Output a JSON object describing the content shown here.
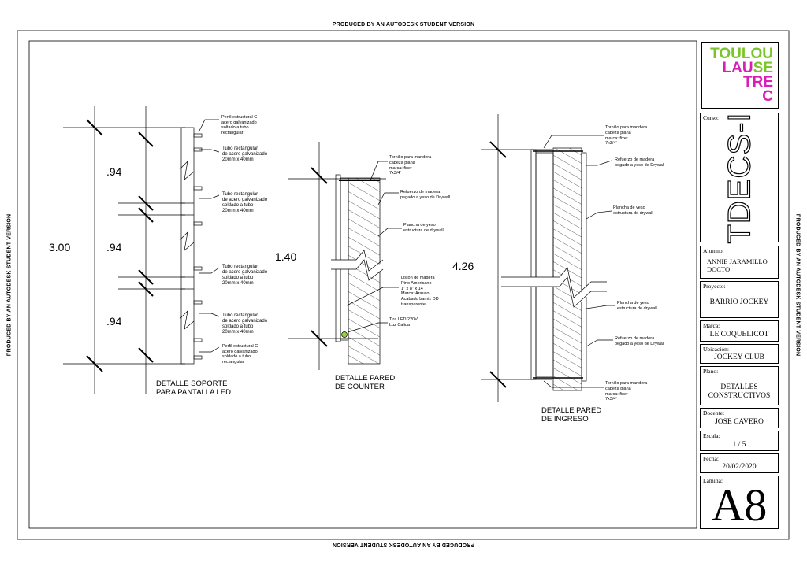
{
  "watermark": "PRODUCED BY AN AUTODESK STUDENT VERSION",
  "logo": {
    "lines": [
      {
        "a": "TOULOU",
        "b": ""
      },
      {
        "a": "LAU",
        "b": "SE"
      },
      {
        "a": "TRE",
        "b": ""
      },
      {
        "a": "C",
        "b": ""
      }
    ],
    "colors": {
      "green": "#7ac52a",
      "magenta": "#d81fb8"
    }
  },
  "title_block": {
    "curso_label": "Curso:",
    "curso_value": "TDECS-I",
    "alumno_label": "Alumno:",
    "alumno_value_1": "ANNIE JARAMILLO",
    "alumno_value_2": "DOCTO",
    "proyecto_label": "Proyecto:",
    "proyecto_value": "BARRIO JOCKEY",
    "marca_label": "Marca:",
    "marca_value": "LE COQUELICOT",
    "ubicacion_label": "Ubicación:",
    "ubicacion_value": "JOCKEY CLUB",
    "plano_label": "Plano:",
    "plano_value_1": "DETALLES",
    "plano_value_2": "CONSTRUCTIVOS",
    "docente_label": "Docente:",
    "docente_value": "JOSE CAVERO",
    "escala_label": "Escala:",
    "escala_value": "1 / 5",
    "fecha_label": "Fecha:",
    "fecha_value": "20/02/2020",
    "lamina_label": "Lámina:",
    "lamina_value": "A8"
  },
  "detail1": {
    "title_1": "DETALLE SOPORTE",
    "title_2": "PARA PANTALLA LED",
    "dim_total": "3.00",
    "dim_a": ".94",
    "dim_b": ".94",
    "dim_c": ".94",
    "notes": [
      [
        "Perfil estructural C",
        "acero galvanizado",
        "soltado a tubo",
        "rectangular"
      ],
      [
        "Tubo rectangular",
        "de acero galvanizado",
        "20mm x 40mm"
      ],
      [
        "Tubo rectangular",
        "de acero galvanizado",
        "soldado a tubo",
        "20mm x 40mm"
      ],
      [
        "Tubo rectangular",
        "de acero galvanizado",
        "soldado a tubo",
        "20mm x 40mm"
      ],
      [
        "Tubo rectangular",
        "de acero galvanizado",
        "soldado a tubo",
        "20mm x 40mm"
      ],
      [
        "Perfil estructural C",
        "acero galvanizado",
        "soldado a tubo",
        "rectangular"
      ]
    ]
  },
  "detail2": {
    "title_1": "DETALLE PARED",
    "title_2": "DE COUNTER",
    "dim": "1.40",
    "notes": [
      [
        "Tornillo para mandera",
        "cabeza plana",
        "marca: fixer",
        "7x3/4'"
      ],
      [
        "Refuerzo de madera",
        "pegado a yeso de Drywall"
      ],
      [
        "Plancha de yeso",
        "estructura de drywall"
      ],
      [
        "Listón de madera",
        "Pino Americano",
        "1\" x 8\" x 14",
        "Marca: Arauco",
        "Acabado barniz DD",
        "transparente"
      ],
      [
        "Tira LED 220V",
        "Luz Calida"
      ]
    ]
  },
  "detail3": {
    "title_1": "DETALLE PARED",
    "title_2": "DE INGRESO",
    "dim": "4.26",
    "notes": [
      [
        "Tornillo para mandera",
        "cabeza plana",
        "marca: fixer",
        "7x3/4'"
      ],
      [
        "Refuerzo de madera",
        "pegado a yeso de Drywall"
      ],
      [
        "Plancha de yeso",
        "estructura de drywall"
      ],
      [
        "Plancha de yeso",
        "estructura de drywall"
      ],
      [
        "Refuerzo de madera",
        "pegado a yeso de Drywall"
      ],
      [
        "Tornillo para mandera",
        "cabeza plana",
        "marca: fixer",
        "7x3/4'"
      ]
    ]
  }
}
